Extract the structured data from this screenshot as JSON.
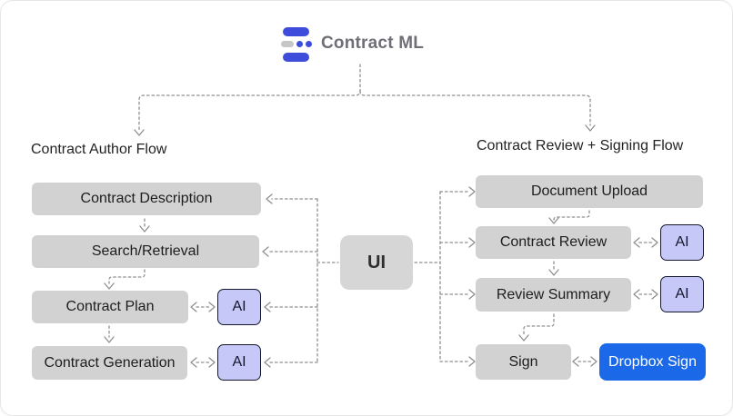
{
  "app": {
    "title": "Contract ML",
    "logo_icon": "contract-ml-logo"
  },
  "colors": {
    "brand_indigo": "#3D4CDB",
    "box_gray": "#D2D2D2",
    "ai_fill": "#C6C9F7",
    "ai_border": "#16182E",
    "dropbox_blue": "#1B69E8",
    "connector_gray": "#8F8F8F",
    "title_gray": "#6F6F78"
  },
  "hub": {
    "label": "UI"
  },
  "flows": {
    "author": {
      "title": "Contract Author Flow",
      "steps": [
        {
          "label": "Contract Description"
        },
        {
          "label": "Search/Retrieval"
        },
        {
          "label": "Contract Plan",
          "ai_label": "AI"
        },
        {
          "label": "Contract Generation",
          "ai_label": "AI"
        }
      ]
    },
    "review": {
      "title": "Contract Review + Signing Flow",
      "steps": [
        {
          "label": "Document Upload"
        },
        {
          "label": "Contract Review",
          "ai_label": "AI"
        },
        {
          "label": "Review Summary",
          "ai_label": "AI"
        },
        {
          "label": "Sign",
          "partner_label": "Dropbox Sign"
        }
      ]
    }
  }
}
